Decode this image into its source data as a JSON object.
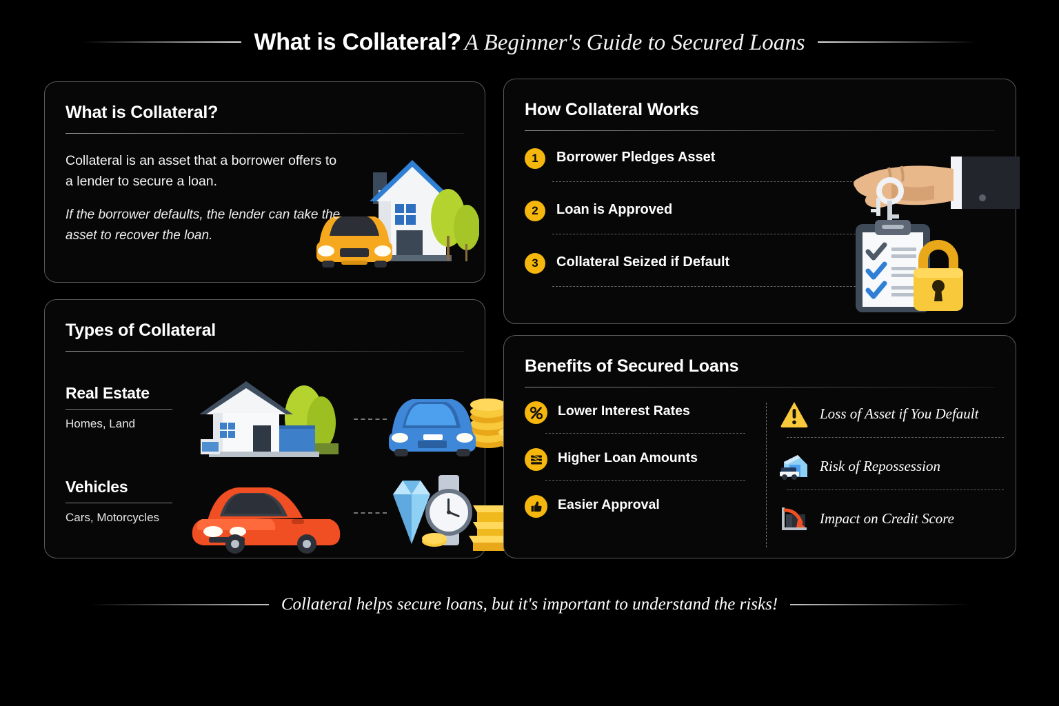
{
  "header": {
    "title_main": "What is Collateral?",
    "title_sub": "A Beginner's Guide to Secured Loans"
  },
  "colors": {
    "page_background": "#000000",
    "card_background": "#070707",
    "card_border": "#5a5a5a",
    "accent_yellow": "#F5B60E",
    "text_primary": "#ffffff"
  },
  "cards": {
    "what": {
      "heading": "What is Collateral?",
      "paragraph_1": "Collateral is an asset that a borrower offers to a lender to secure a loan.",
      "paragraph_2": "If the borrower defaults, the lender can take the asset to recover the loan.",
      "illustration": "house-and-car-illustration"
    },
    "types": {
      "heading": "Types of Collateral",
      "rows": [
        {
          "title": "Real Estate",
          "subtitle": "Homes, Land",
          "art_left": "house-illustration",
          "art_right": "blue-car-with-coins-illustration"
        },
        {
          "title": "Vehicles",
          "subtitle": "Cars, Motorcycles",
          "art_left": "red-car-illustration",
          "art_right": "diamond-watch-gold-illustration"
        }
      ]
    },
    "how": {
      "heading": "How Collateral Works",
      "steps": [
        {
          "number": "1",
          "label": "Borrower Pledges Asset"
        },
        {
          "number": "2",
          "label": "Loan is Approved"
        },
        {
          "number": "3",
          "label": "Collateral Seized if Default"
        }
      ],
      "illustration": "hand-keys-clipboard-padlock-illustration"
    },
    "benefits": {
      "heading": "Benefits of Secured Loans",
      "benefits": [
        {
          "label": "Lower Interest Rates",
          "icon": "percent-icon"
        },
        {
          "label": "Higher Loan Amounts",
          "icon": "money-stack-icon"
        },
        {
          "label": "Easier Approval",
          "icon": "thumbs-up-icon"
        }
      ],
      "risks": [
        {
          "label": "Loss of Asset if You Default",
          "icon": "warning-triangle-icon"
        },
        {
          "label": "Risk of Repossession",
          "icon": "repossession-truck-icon"
        },
        {
          "label": "Impact on Credit Score",
          "icon": "declining-chart-icon"
        }
      ]
    }
  },
  "footer": {
    "text": "Collateral helps secure loans, but it's important to understand the risks!"
  }
}
